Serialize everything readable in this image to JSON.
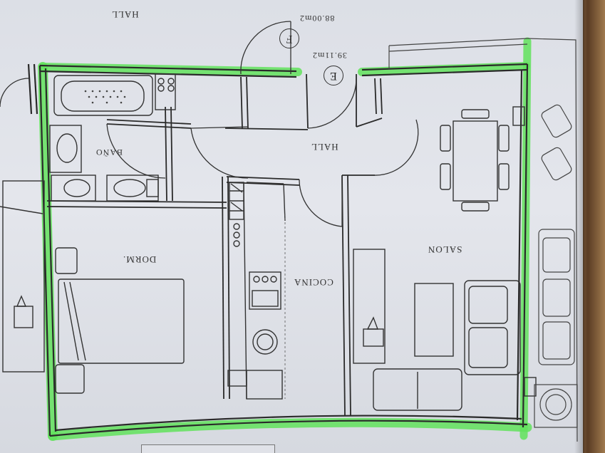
{
  "scene": "Photo of an upside-down printed apartment floor plan with exterior walls highlighted in green marker, lying on a wooden table",
  "colors": {
    "highlighter": "#5fe05a",
    "paper": "#e2e4ea",
    "ink": "#2e2e2e",
    "wood": "#7a5a3a"
  },
  "plan": {
    "rooms": {
      "hall_top": "HALL",
      "hall": "HALL",
      "bano": "BAÑO",
      "dorm": "DORM.",
      "cocina": "COCINA",
      "salon": "SALON"
    },
    "units": {
      "e": {
        "letter": "E",
        "area": "39.11m2"
      },
      "f": {
        "letter": "F",
        "area": "88.00m2"
      }
    }
  }
}
